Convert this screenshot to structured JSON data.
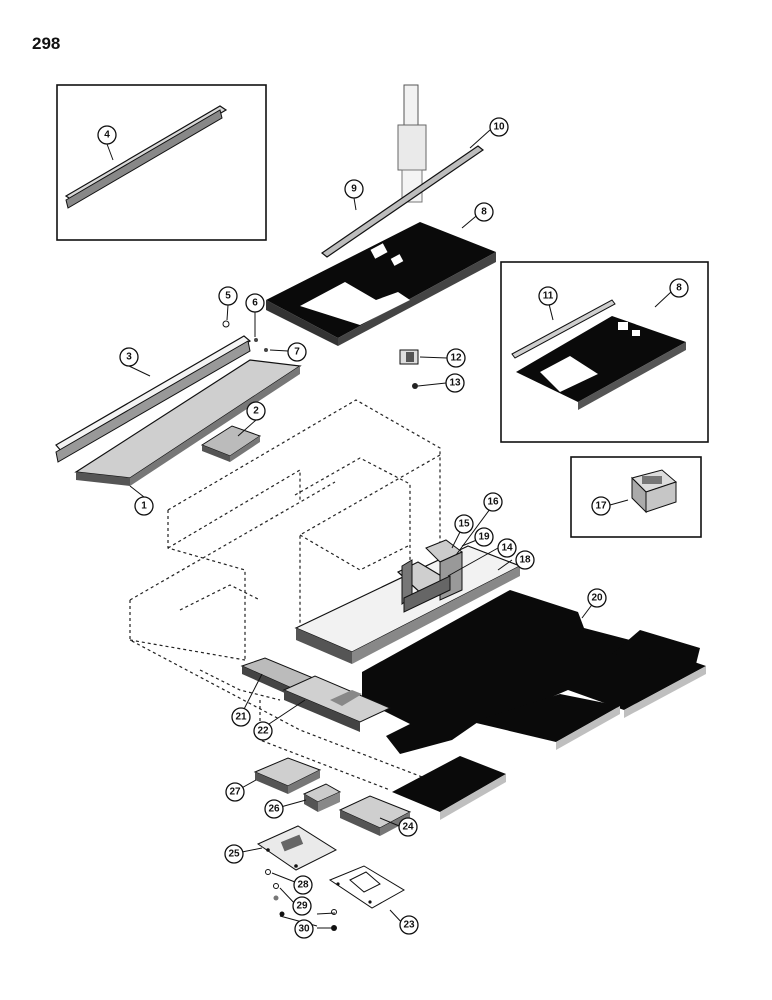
{
  "page": {
    "number": "298"
  },
  "callouts": {
    "c1": "1",
    "c2": "2",
    "c3": "3",
    "c4": "4",
    "c5": "5",
    "c6": "6",
    "c7": "7",
    "c8": "8",
    "c8b": "8",
    "c9": "9",
    "c10": "10",
    "c11": "11",
    "c12": "12",
    "c13": "13",
    "c14": "14",
    "c15": "15",
    "c16": "16",
    "c17": "17",
    "c18": "18",
    "c19": "19",
    "c20": "20",
    "c21": "21",
    "c22": "22",
    "c23": "23",
    "c24": "24",
    "c25": "25",
    "c26": "26",
    "c27": "27",
    "c28": "28",
    "c29": "29",
    "c30": "30"
  }
}
